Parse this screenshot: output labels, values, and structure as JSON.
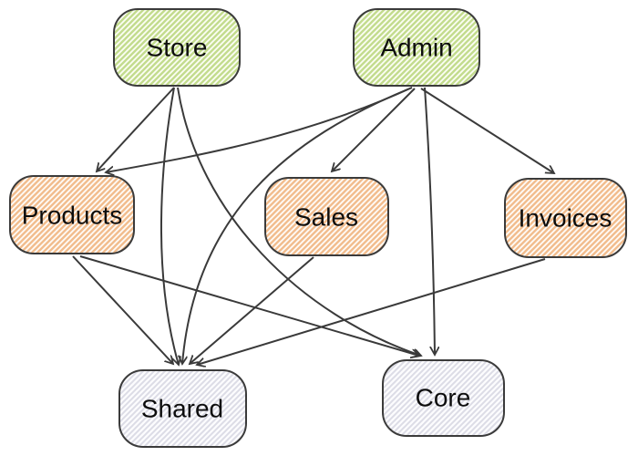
{
  "diagram": {
    "type": "dependency-graph",
    "background": "#ffffff",
    "nodes": {
      "store": {
        "label": "Store",
        "category": "app",
        "fill_style": "green-hatch"
      },
      "admin": {
        "label": "Admin",
        "category": "app",
        "fill_style": "green-hatch"
      },
      "products": {
        "label": "Products",
        "category": "feature",
        "fill_style": "orange-hatch"
      },
      "sales": {
        "label": "Sales",
        "category": "feature",
        "fill_style": "orange-hatch"
      },
      "invoices": {
        "label": "Invoices",
        "category": "feature",
        "fill_style": "orange-hatch"
      },
      "shared": {
        "label": "Shared",
        "category": "lib",
        "fill_style": "gray-hatch"
      },
      "core": {
        "label": "Core",
        "category": "lib",
        "fill_style": "gray-hatch"
      }
    },
    "edges": [
      {
        "from": "store",
        "to": "products"
      },
      {
        "from": "store",
        "to": "shared"
      },
      {
        "from": "store",
        "to": "core"
      },
      {
        "from": "admin",
        "to": "products"
      },
      {
        "from": "admin",
        "to": "sales"
      },
      {
        "from": "admin",
        "to": "invoices"
      },
      {
        "from": "admin",
        "to": "shared"
      },
      {
        "from": "admin",
        "to": "core"
      },
      {
        "from": "products",
        "to": "shared"
      },
      {
        "from": "products",
        "to": "core"
      },
      {
        "from": "sales",
        "to": "shared"
      },
      {
        "from": "invoices",
        "to": "shared"
      }
    ],
    "colors": {
      "green_stripe": "#c3dc8e",
      "green_bg": "#fcfef5",
      "orange_stripe": "#f2bd8e",
      "orange_bg": "#fffcf8",
      "gray_stripe": "#dcdce6",
      "gray_bg": "#fcfcfe",
      "node_border": "#3b3b3b",
      "edge_stroke": "#3a3a3a",
      "label_text": "#0d0d0d"
    }
  }
}
